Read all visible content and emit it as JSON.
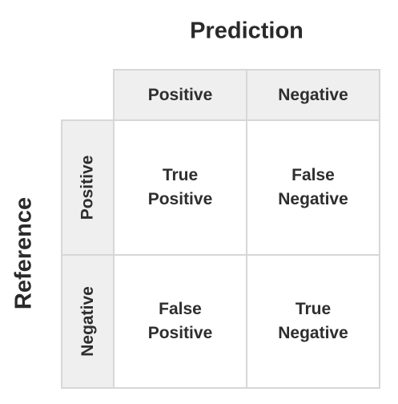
{
  "prediction_title": "Prediction",
  "reference_title": "Reference",
  "columns": [
    "Positive",
    "Negative"
  ],
  "rows": [
    "Positive",
    "Negative"
  ],
  "cells": {
    "tp": [
      "True",
      "Positive"
    ],
    "fn": [
      "False",
      "Negative"
    ],
    "fp": [
      "False",
      "Positive"
    ],
    "tn": [
      "True",
      "Negative"
    ]
  },
  "colors": {
    "header_background": "#efefef",
    "border": "#d7d7d7",
    "text": "#2e2e2e"
  }
}
